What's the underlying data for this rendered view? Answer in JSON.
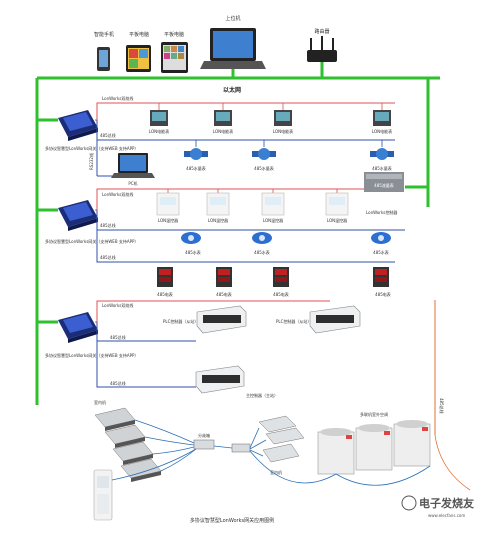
{
  "top_devices": {
    "phone": "智能手机",
    "tablet1": "平板电脑",
    "tablet2": "平板电脑",
    "host": "上位机",
    "router": "路由器"
  },
  "ethernet_label": "以太网",
  "section1": {
    "gateway_label": "多协议智慧型LonWorks网关（支持WEB 支持APP）",
    "bus_top": "LonWorks双绞线",
    "bus_485": "485总线",
    "meters": [
      "LON电能表",
      "LON电能表",
      "LON电能表",
      "LON电能表"
    ],
    "water_meters": [
      "485水量表",
      "485水量表",
      "485水量表"
    ],
    "rs232": "RS232线",
    "pc": "PC机",
    "flow_controller": "485流量表"
  },
  "section2": {
    "gateway_label": "多协议智慧型LonWorks网关（支持WEB 支持APP）",
    "bus_top": "LonWorks双绞线",
    "thermostats": [
      "LON温控器",
      "LON温控器",
      "LON温控器",
      "LON温控器"
    ],
    "lon_controller": "LonWorks控制器",
    "bus_485a": "485总线",
    "water_meters": [
      "485水表",
      "485水表",
      "485水表"
    ],
    "bus_485b": "485总线",
    "power_meters": [
      "485电表",
      "485电表",
      "485电表",
      "485电表"
    ]
  },
  "section3": {
    "gateway_label": "多协议智慧型LonWorks网关（支持WEB 支持APP）",
    "bus_top": "LonWorks双绞线",
    "plc1": "PLC控制器（从站）",
    "plc2": "PLC控制器（从站）",
    "bus_485": "485总线",
    "bus_485b": "485总线",
    "main_plc": "主控制器（主站）"
  },
  "hvac": {
    "indoor_left": "室内机",
    "splitter": "分歧箱",
    "outdoor": "多联机室外空调",
    "indoor_right": "室内机",
    "vert_bus": "485总线"
  },
  "caption": "多协议智慧型LonWorks网关应用图例",
  "watermark": "电子发烧友",
  "watermark_url": "www.elecfans.com",
  "colors": {
    "ethernet": "#2ec02e",
    "lon_bus": "#e05050",
    "rs485_bus": "#3050a8",
    "hvac_pipe": "#2c6fb5"
  }
}
